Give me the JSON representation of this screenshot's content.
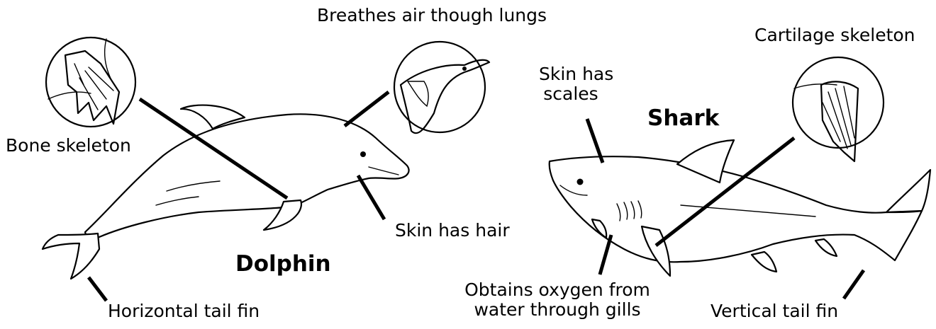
{
  "diagram": {
    "dolphin": {
      "title": "Dolphin",
      "labels": {
        "breathes": "Breathes air though lungs",
        "bone": "Bone skeleton",
        "hair": "Skin has hair",
        "tail": "Horizontal tail fin"
      }
    },
    "shark": {
      "title": "Shark",
      "labels": {
        "cartilage": "Cartilage skeleton",
        "scales_line1": "Skin has",
        "scales_line2": "scales",
        "gills_line1": "Obtains oxygen from",
        "gills_line2": "water through gills",
        "tail": "Vertical tail fin"
      }
    }
  }
}
